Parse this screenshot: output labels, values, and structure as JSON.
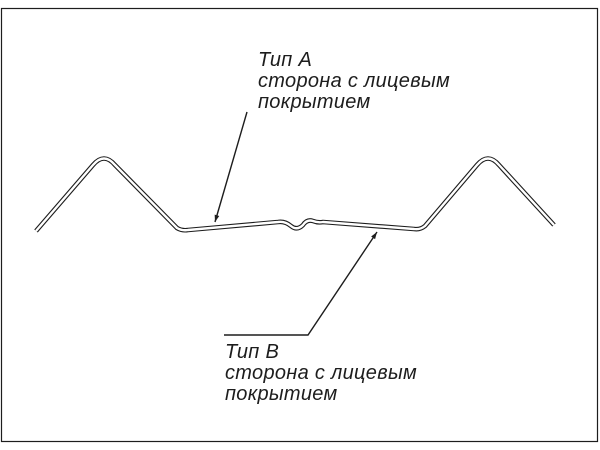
{
  "labels": {
    "type_a": {
      "title": "Тип А",
      "line1": "сторона с лицевым",
      "line2": "покрытием"
    },
    "type_b": {
      "title": "Тип В",
      "line1": "сторона с лицевым",
      "line2": "покрытием"
    }
  },
  "colors": {
    "line": "#1d1d1d",
    "background": "#ffffff"
  }
}
